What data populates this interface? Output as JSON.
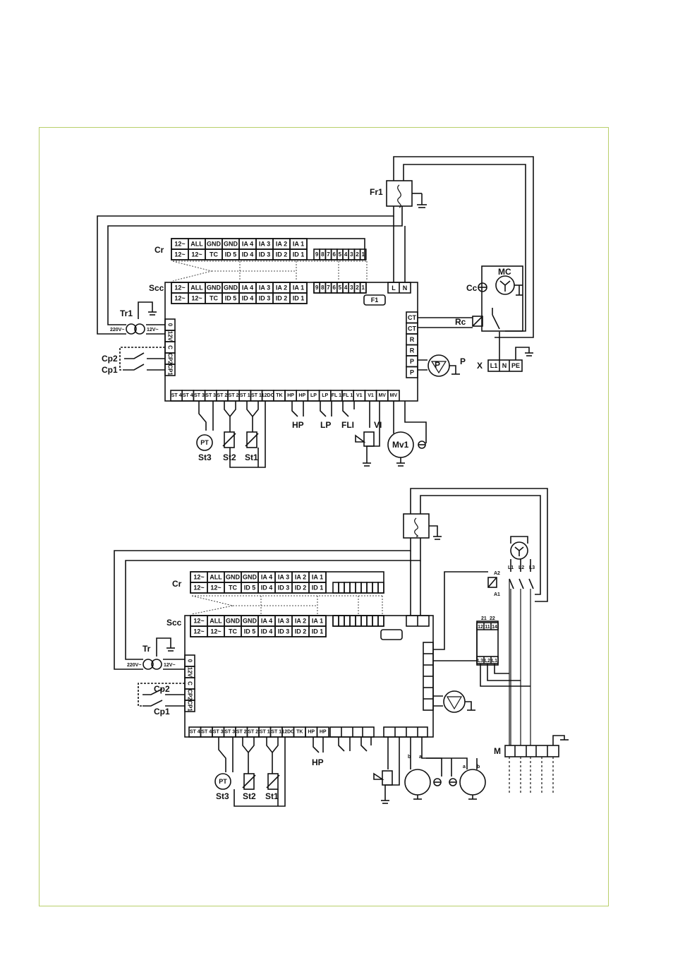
{
  "cr_top_row": [
    "12~",
    "ALL",
    "GND",
    "GND",
    "IA 4",
    "IA 3",
    "IA 2",
    "IA 1"
  ],
  "cr_bottom_row": [
    "12~",
    "12~",
    "TC",
    "ID 5",
    "ID 4",
    "ID 3",
    "ID 2",
    "ID 1"
  ],
  "cr_right_row": [
    "9",
    "8",
    "7",
    "6",
    "5",
    "4",
    "3",
    "2",
    "1"
  ],
  "left_terminals": [
    "0",
    "12V",
    "C",
    "CP2",
    "CP1"
  ],
  "right_terminals": [
    "CT",
    "CT",
    "R",
    "R",
    "P",
    "P"
  ],
  "bottom_terminals_a": [
    "ST 4",
    "ST 4",
    "ST 3",
    "ST 3",
    "ST 2",
    "ST 2",
    "ST 1",
    "ST 1",
    "12DC",
    "TK",
    "HP",
    "HP",
    "LP",
    "LP",
    "FL 1",
    "FL 1",
    "V1",
    "V1",
    "MV",
    "MV"
  ],
  "bottom_terminals_b": [
    "ST 4",
    "ST 4",
    "ST 3",
    "ST 3",
    "ST 2",
    "ST 2",
    "ST 1",
    "ST 1",
    "12DC",
    "TK",
    "HP",
    "HP"
  ],
  "power_terminals_a": [
    "L",
    "N"
  ],
  "power_terminals_c": [
    "L1",
    "N",
    "PE"
  ],
  "relay_terminals_top": [
    "12",
    "11",
    "14"
  ],
  "relay_terminals_bottom": [
    "L3",
    "L2",
    "L1"
  ],
  "relay_pin_labels": [
    "21",
    "22"
  ],
  "labels": {
    "fr1": "Fr1",
    "cr": "Cr",
    "scc": "Scc",
    "tr1": "Tr1",
    "tr": "Tr",
    "cp2": "Cp2",
    "cp1": "Cp1",
    "mc": "MC",
    "cc": "Cc",
    "rc": "Rc",
    "p": "P",
    "x": "X",
    "hp": "HP",
    "lp": "LP",
    "fl": "FLI",
    "vi": "VI",
    "mv1": "Mv1",
    "pt": "PT",
    "st3": "St3",
    "st2": "St2",
    "st1": "St1",
    "f1": "F1",
    "m": "M",
    "v220": "220V~",
    "v12": "12V~"
  }
}
